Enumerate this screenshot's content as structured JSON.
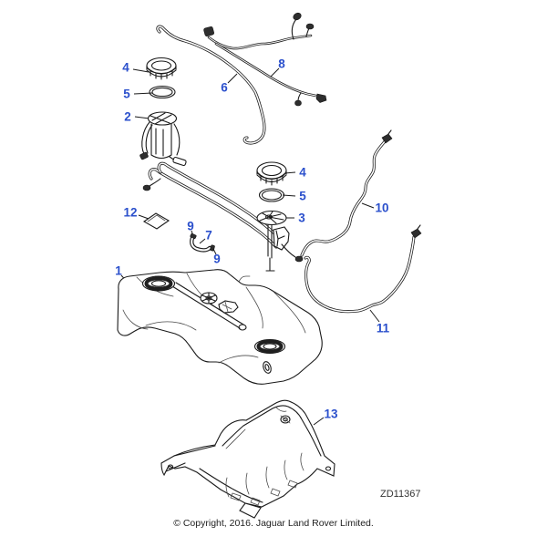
{
  "page": {
    "background": "#ffffff",
    "diagram_code": "ZD11367",
    "copyright": "© Copyright, 2016. Jaguar Land Rover Limited.",
    "callout_color": "#2b50cc",
    "line_color": "#1a1a1a"
  },
  "callouts": [
    {
      "num": "4",
      "part": "pump-locking-ring"
    },
    {
      "num": "5",
      "part": "pump-seal"
    },
    {
      "num": "2",
      "part": "fuel-pump-module"
    },
    {
      "num": "6",
      "part": "vent-pipe"
    },
    {
      "num": "8",
      "part": "wiring-harness"
    },
    {
      "num": "4",
      "part": "sender-locking-ring"
    },
    {
      "num": "5",
      "part": "sender-seal"
    },
    {
      "num": "3",
      "part": "fuel-level-sender"
    },
    {
      "num": "10",
      "part": "fuel-pipe-upper"
    },
    {
      "num": "12",
      "part": "mounting-pad"
    },
    {
      "num": "9",
      "part": "hose-clamp-front"
    },
    {
      "num": "7",
      "part": "connecting-hose"
    },
    {
      "num": "9",
      "part": "hose-clamp-rear"
    },
    {
      "num": "1",
      "part": "fuel-tank"
    },
    {
      "num": "11",
      "part": "fuel-pipe-lower"
    },
    {
      "num": "13",
      "part": "heat-shield"
    }
  ]
}
